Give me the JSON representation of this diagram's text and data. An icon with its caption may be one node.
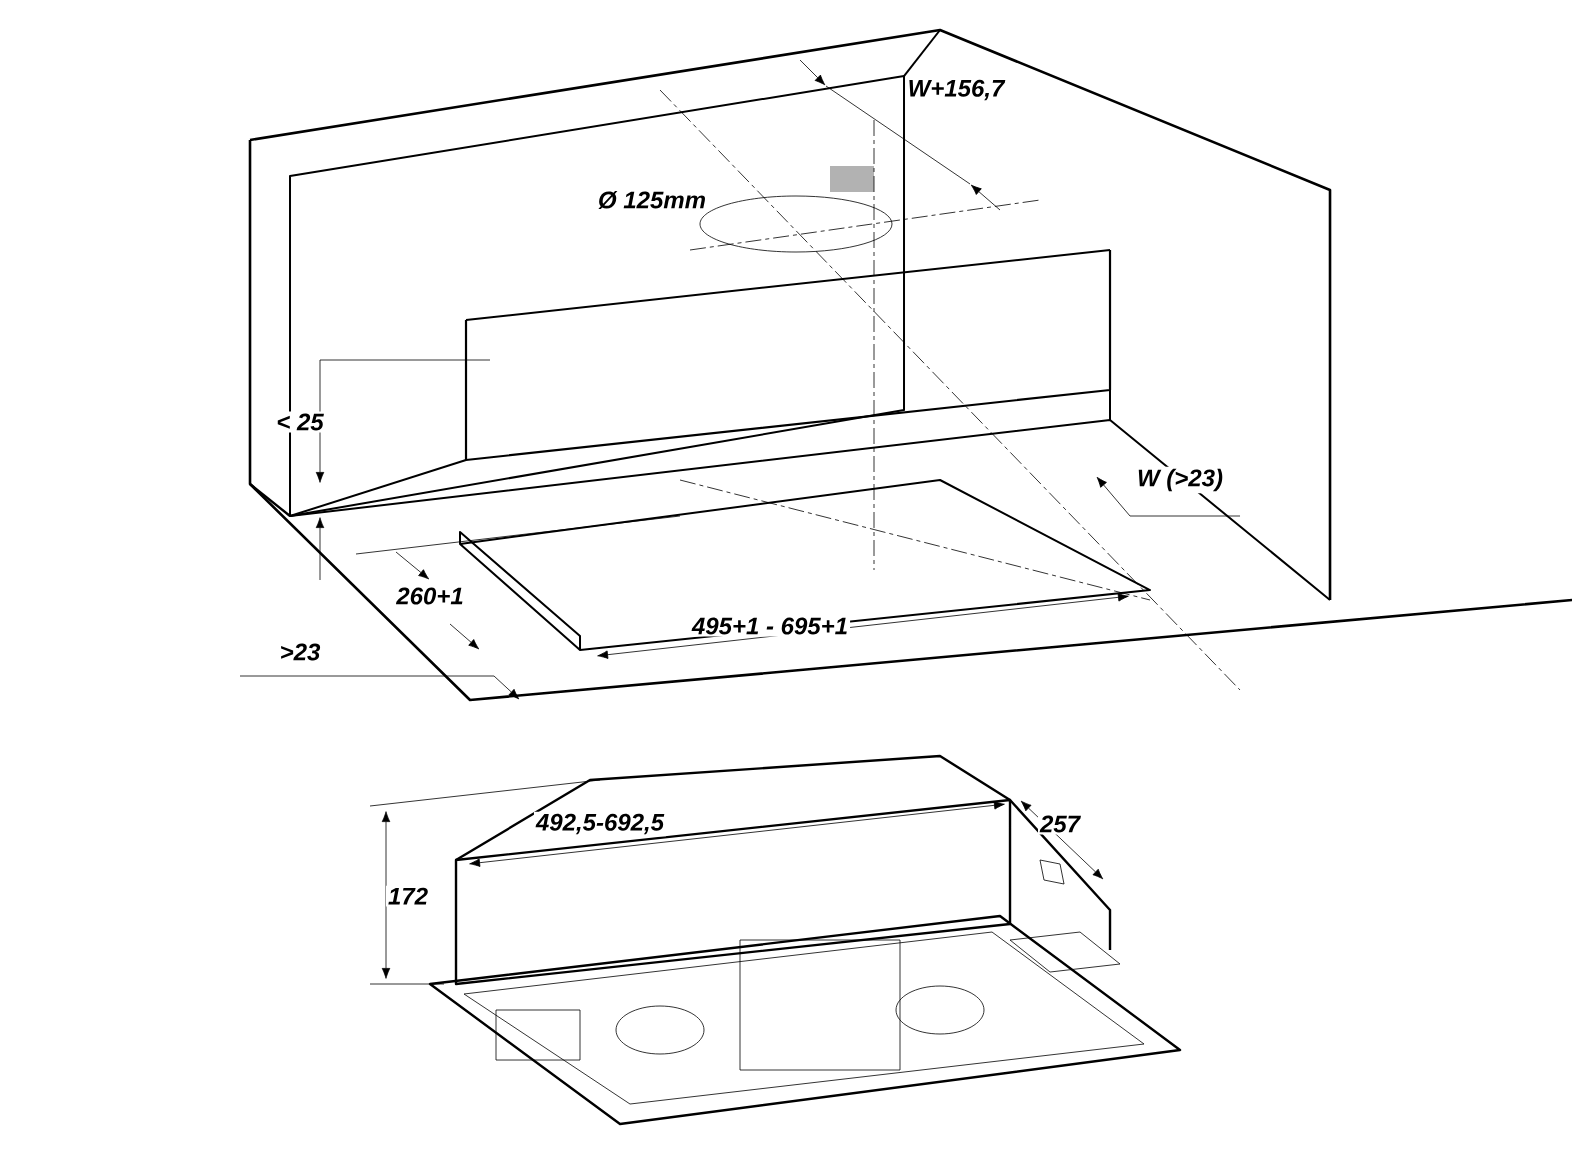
{
  "diagram": {
    "labels": [
      "W+156,7",
      "Ø 125mm",
      "< 25",
      "W (>23)",
      "260+1",
      "495+1 - 695+1",
      ">23",
      "257",
      "492,5-692,5",
      "172"
    ]
  }
}
